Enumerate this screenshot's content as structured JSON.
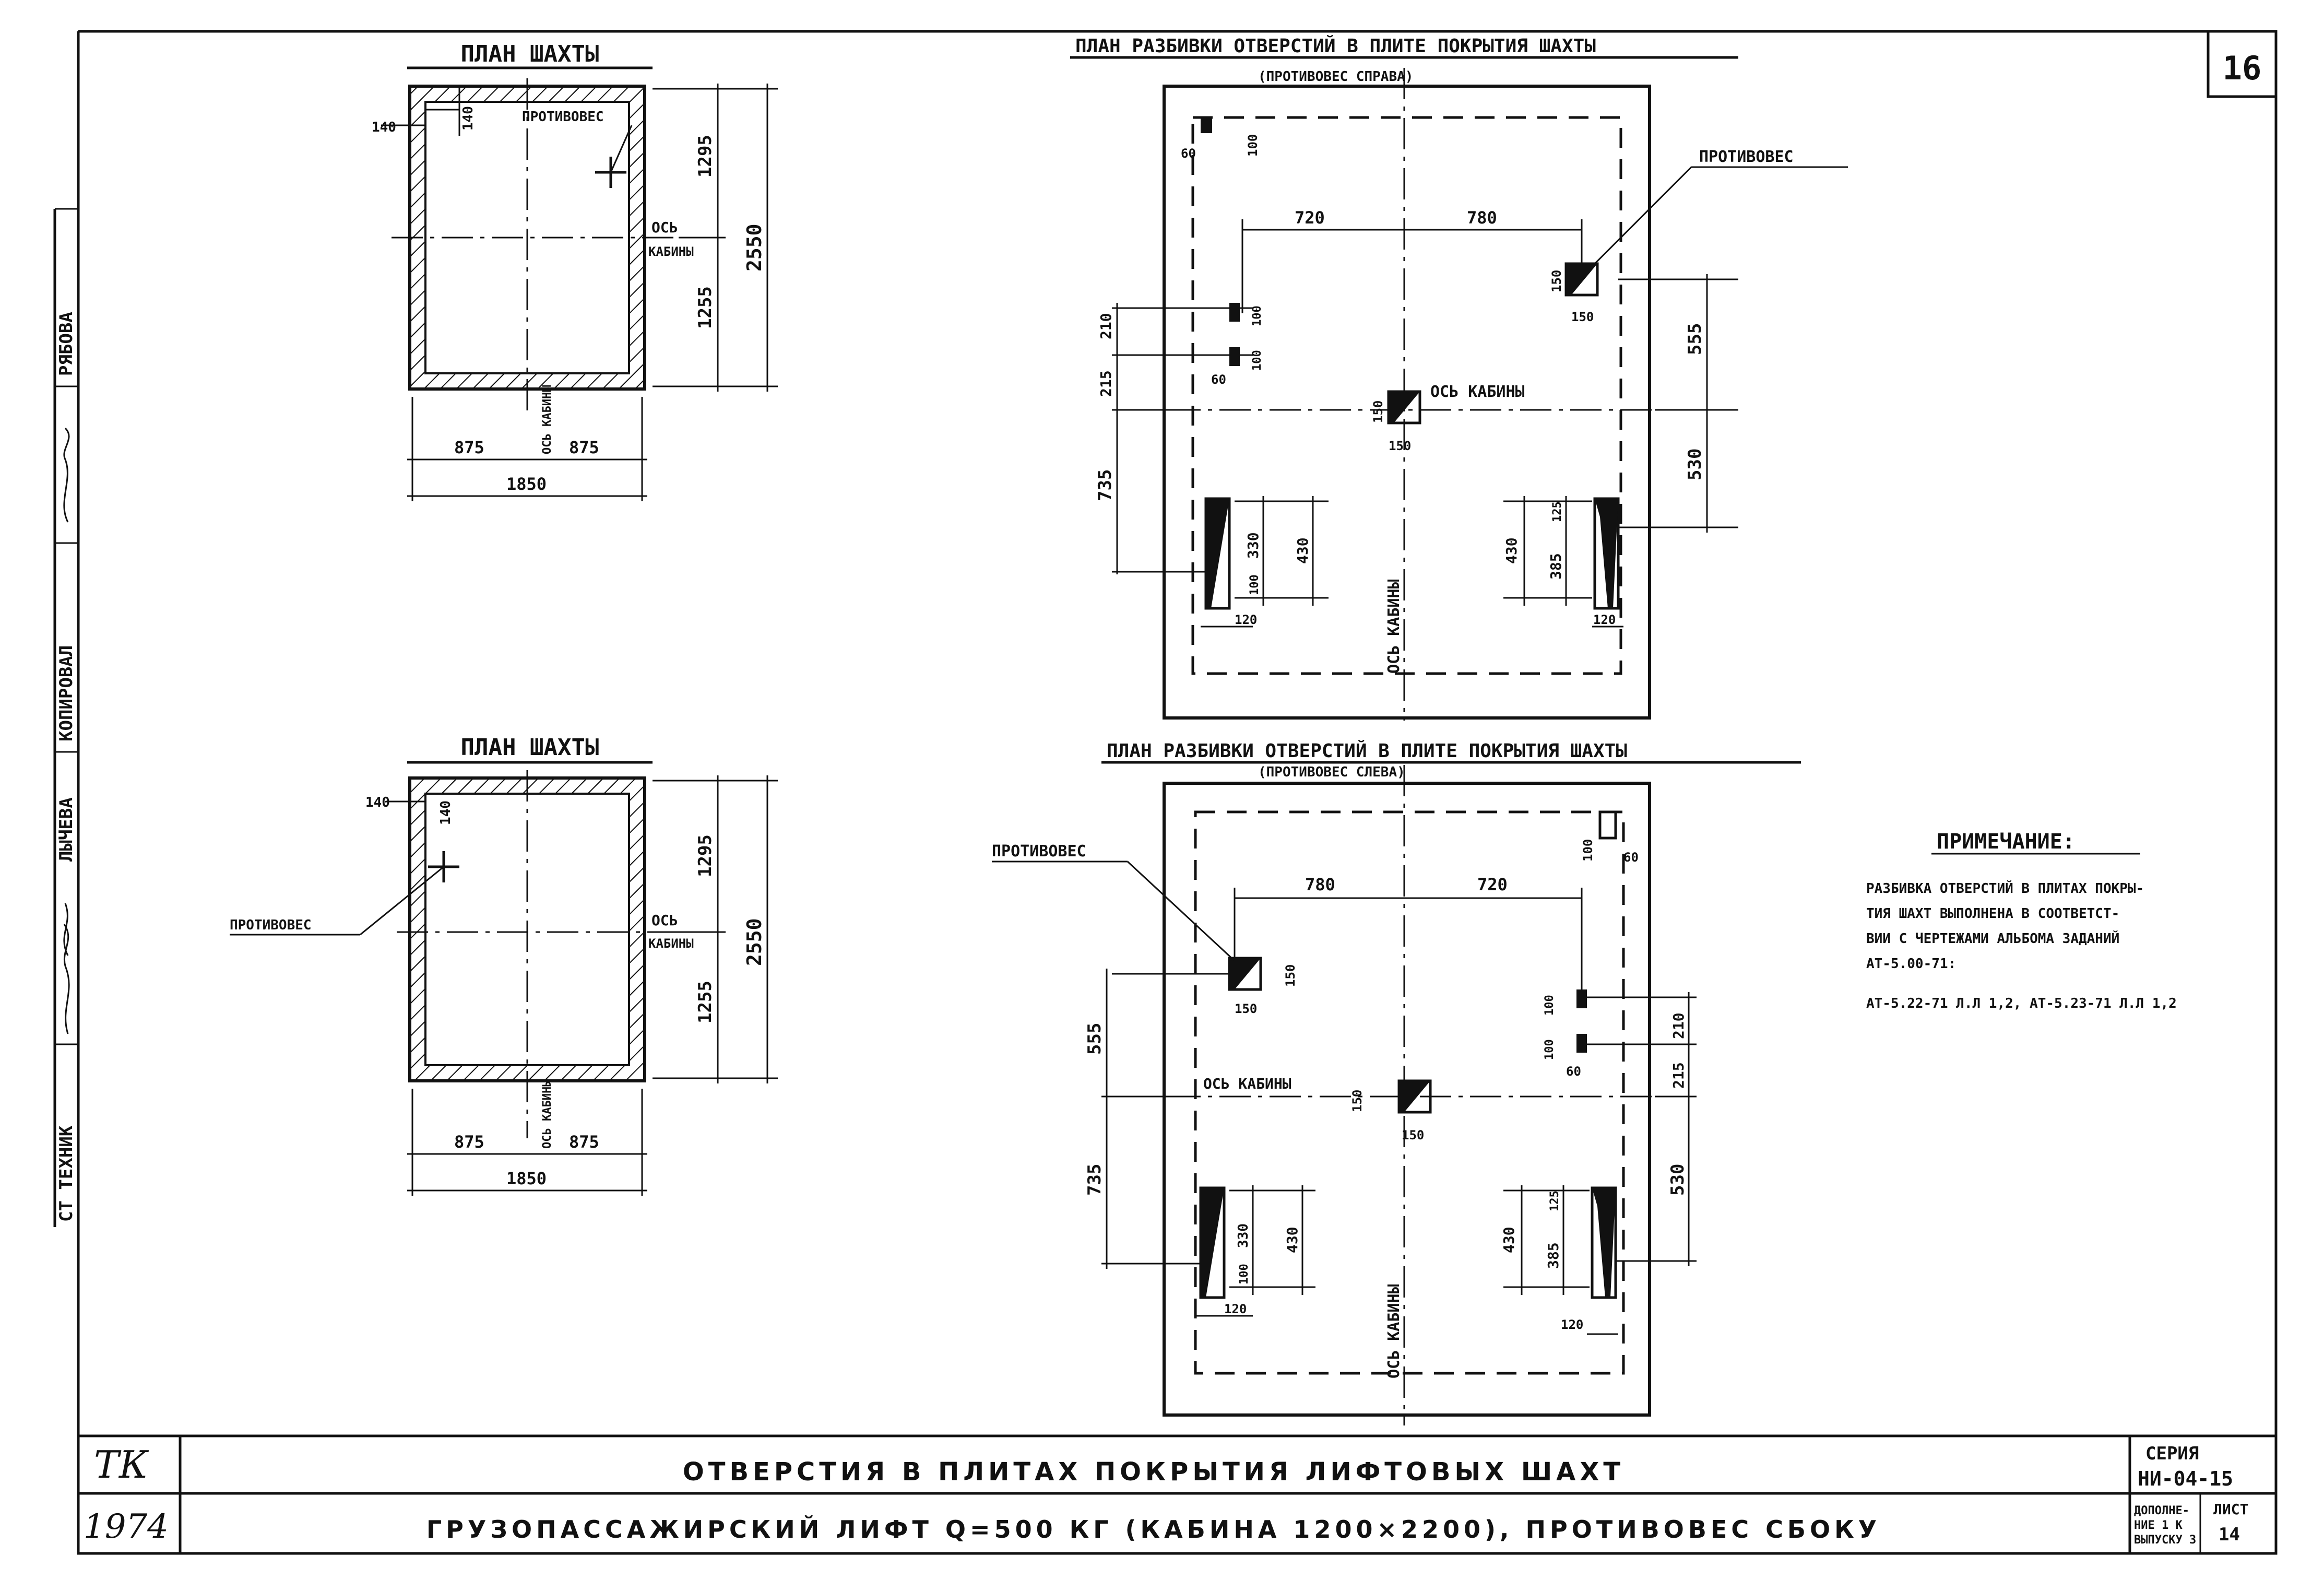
{
  "sheet": {
    "number": "16",
    "side_labels": [
      "РЯБОВА",
      "КОПИРОВАЛ",
      "ЛЫЧЕВА",
      "СТ ТЕХНИК"
    ]
  },
  "shaft_top": {
    "title": "ПЛАН ШАХТЫ",
    "dim_140a": "140",
    "dim_140b": "140",
    "counterweight": "ПРОТИВОВЕС",
    "axis_cabin_a": "ОСЬ",
    "axis_cabin_b": "КАБИНЫ",
    "axis_cabin_v": "ОСЬ КАБИНЫ",
    "dim_1295": "1295",
    "dim_1255": "1255",
    "dim_2550": "2550",
    "dim_875a": "875",
    "dim_875b": "875",
    "dim_1850": "1850"
  },
  "shaft_bottom": {
    "title": "ПЛАН ШАХТЫ",
    "dim_140a": "140",
    "dim_140b": "140",
    "counterweight": "ПРОТИВОВЕС",
    "axis_cabin_a": "ОСЬ",
    "axis_cabin_b": "КАБИНЫ",
    "axis_cabin_v": "ОСЬ КАБИНЫ",
    "dim_1295": "1295",
    "dim_1255": "1255",
    "dim_2550": "2550",
    "dim_875a": "875",
    "dim_875b": "875",
    "dim_1850": "1850"
  },
  "plan_right": {
    "title": "ПЛАН РАЗБИВКИ ОТВЕРСТИЙ В ПЛИТЕ ПОКРЫТИЯ ШАХТЫ",
    "subtitle": "(ПРОТИВОВЕС СПРАВА)",
    "counterweight": "ПРОТИВОВЕС",
    "axis_cabin_h": "ОСЬ КАБИНЫ",
    "axis_cabin_v": "ОСЬ КАБИНЫ",
    "d60": "60",
    "d100": "100",
    "d720": "720",
    "d780": "780",
    "d150a": "150",
    "d150b": "150",
    "d150c": "150",
    "d150d": "150",
    "d555": "555",
    "d530": "530",
    "d210": "210",
    "d215": "215",
    "d100b": "100",
    "d100c": "100",
    "d60b": "60",
    "d735": "735",
    "d330": "330",
    "d430": "430",
    "d100d": "100",
    "d120": "120",
    "d430b": "430",
    "d125": "125",
    "d385": "385",
    "d120b": "120"
  },
  "plan_left": {
    "title": "ПЛАН РАЗБИВКИ ОТВЕРСТИЙ В ПЛИТЕ ПОКРЫТИЯ ШАХТЫ",
    "subtitle": "(ПРОТИВОВЕС СЛЕВА)",
    "counterweight": "ПРОТИВОВЕС",
    "axis_cabin_h": "ОСЬ КАБИНЫ",
    "axis_cabin_v": "ОСЬ КАБИНЫ",
    "d100": "100",
    "d60": "60",
    "d780": "780",
    "d720": "720",
    "d150a": "150",
    "d150b": "150",
    "d150c": "150",
    "d150d": "150",
    "d555": "555",
    "d100b": "100",
    "d100c": "100",
    "d60b": "60",
    "d210": "210",
    "d215": "215",
    "d735": "735",
    "d530": "530",
    "d330": "330",
    "d430": "430",
    "d100d": "100",
    "d120": "120",
    "d430b": "430",
    "d125": "125",
    "d385": "385",
    "d120b": "120"
  },
  "note": {
    "title": "ПРИМЕЧАНИЕ:",
    "lines": [
      "РАЗБИВКА ОТВЕРСТИЙ В ПЛИТАХ ПОКРЫ-",
      "ТИЯ ШАХТ ВЫПОЛНЕНА В СООТВЕТСТ-",
      "ВИИ С ЧЕРТЕЖАМИ АЛЬБОМА ЗАДАНИЙ",
      "АТ-5.00-71:",
      "АТ-5.22-71 Л.Л 1,2, АТ-5.23-71 Л.Л 1,2"
    ]
  },
  "title_block": {
    "code": "ТК",
    "year": "1974",
    "line1": "ОТВЕРСТИЯ В ПЛИТАХ ПОКРЫТИЯ ЛИФТОВЫХ ШАХТ",
    "line2": "ГРУЗОПАССАЖИРСКИЙ ЛИФТ Q=500 КГ (КАБИНА 1200×2200), ПРОТИВОВЕС СБОКУ",
    "series_label": "СЕРИЯ",
    "series_value": "НИ-04-15",
    "addendum": [
      "ДОПОЛНЕ-",
      "НИЕ 1 К",
      "ВЫПУСКУ 3"
    ],
    "sheet_label": "ЛИСТ",
    "sheet_value": "14"
  }
}
